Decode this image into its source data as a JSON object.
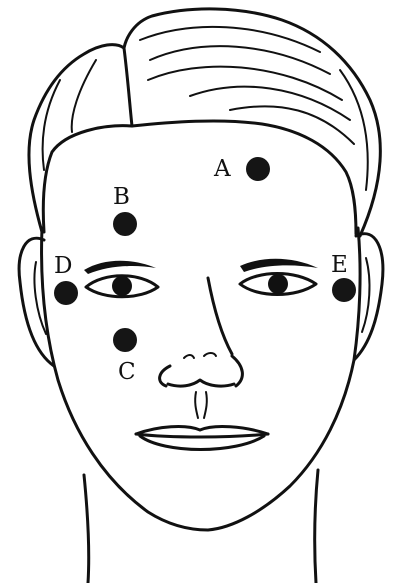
{
  "points": [
    {
      "id": "A",
      "label": "A"
    },
    {
      "id": "B",
      "label": "B"
    },
    {
      "id": "C",
      "label": "C"
    },
    {
      "id": "D",
      "label": "D"
    },
    {
      "id": "E",
      "label": "E"
    }
  ],
  "colors": {
    "ink": "#111111",
    "dot": "#151515",
    "background": "#ffffff"
  }
}
